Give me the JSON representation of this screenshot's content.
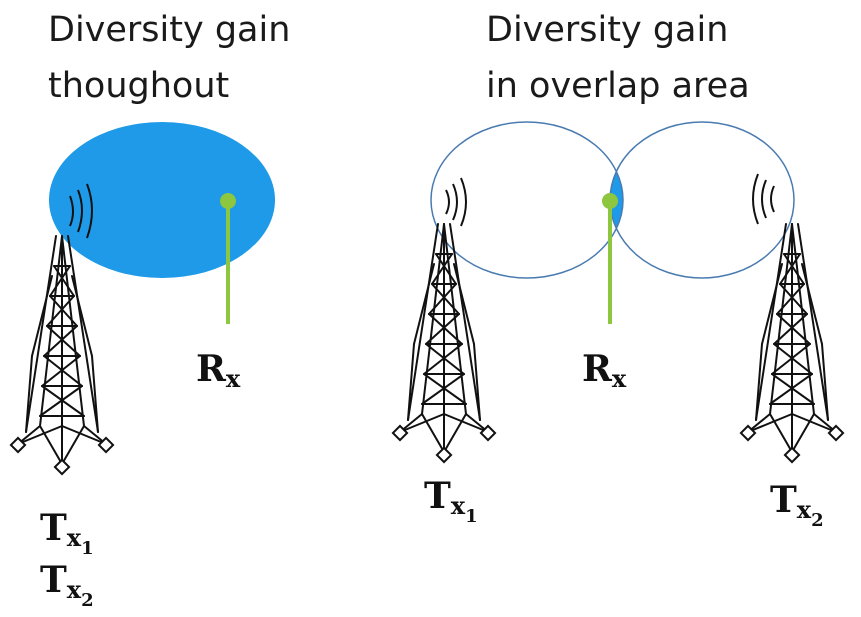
{
  "titles": {
    "left_line1": "Diversity gain",
    "left_line2": "thoughout",
    "right_line1": "Diversity gain",
    "right_line2": "in overlap area"
  },
  "labels": {
    "rx_main": "R",
    "rx_sub": "x",
    "tx_main": "T",
    "tx_sub": "x",
    "tx1_index": "1",
    "tx2_index": "2"
  },
  "colors": {
    "coverage_fill": "#1e9ae8",
    "coverage_outline": "#4a7bb0",
    "receiver": "#8dc63f",
    "tower": "#111111"
  }
}
